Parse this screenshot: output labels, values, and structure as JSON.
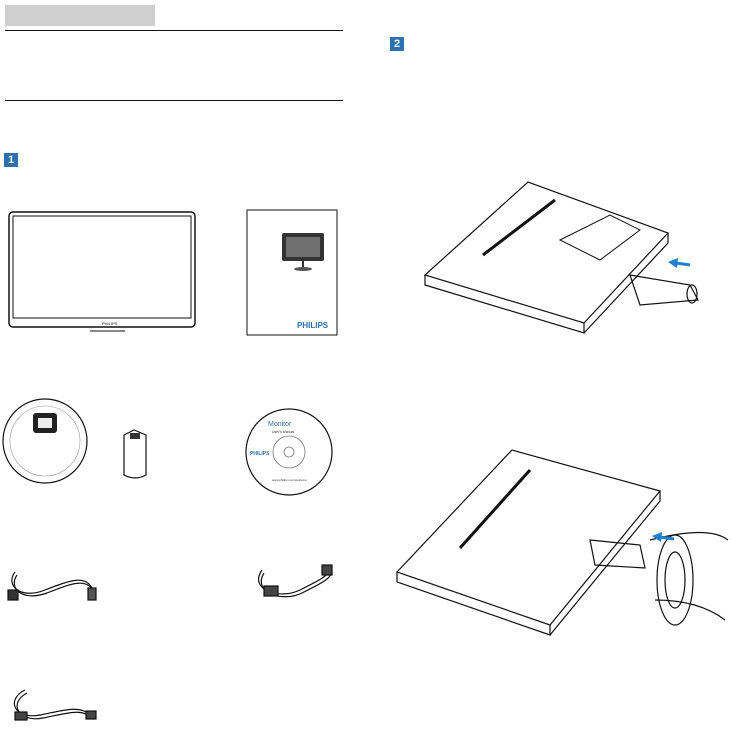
{
  "steps": {
    "step1": "1",
    "step2": "2"
  },
  "box_contents": {
    "monitor_brand": "PHILIPS",
    "guide_title": "PHILIPS",
    "cd_title": "Monitor",
    "cd_subtitle": "User's Manual",
    "cd_brand": "PHILIPS",
    "cd_url": "www.philips.com/welcome"
  },
  "colors": {
    "accent": "#2f6fae",
    "header_fill": "#cfcfcf",
    "arrow": "#1f7fd0"
  },
  "icons": [
    "monitor-icon",
    "quick-guide-icon",
    "base-icon",
    "stand-neck-icon",
    "cd-icon",
    "power-cable-icon",
    "vga-cable-icon",
    "dvi-cable-icon",
    "arrow-left-icon"
  ]
}
